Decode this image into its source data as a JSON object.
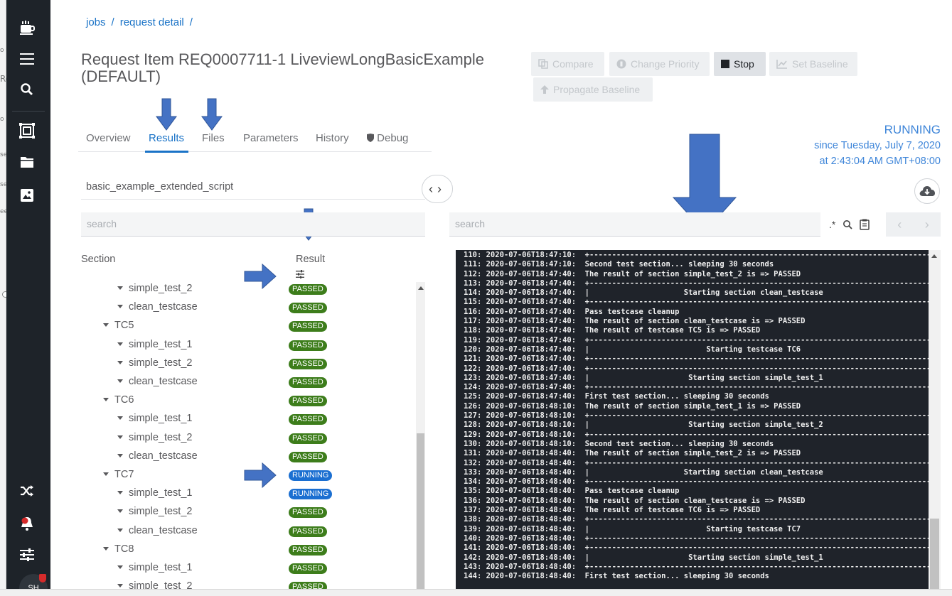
{
  "edge_text": [
    "o",
    "Re",
    "o",
    "se",
    "se",
    "ee"
  ],
  "breadcrumb": {
    "jobs": "jobs",
    "request_detail": "request detail",
    "sep": "/"
  },
  "title": "Request Item REQ0007711-1 LiveviewLongBasicExample (DEFAULT)",
  "actions": {
    "compare": "Compare",
    "change_priority": "Change Priority",
    "stop": "Stop",
    "set_baseline": "Set Baseline",
    "propagate_baseline": "Propagate Baseline"
  },
  "tabs": [
    "Overview",
    "Results",
    "Files",
    "Parameters",
    "History",
    "Debug"
  ],
  "active_tab": "Results",
  "status": {
    "state": "RUNNING",
    "since_line1": "since Tuesday, July 7, 2020",
    "since_line2": "at 2:43:04 AM GMT+08:00"
  },
  "script_name": "basic_example_extended_script",
  "search_left_placeholder": "search",
  "search_right_placeholder": "search",
  "regex_toggle": ".*",
  "columns": {
    "section": "Section",
    "result": "Result"
  },
  "tree": [
    {
      "name": "simple_test_2",
      "level": 2,
      "result": "PASSED"
    },
    {
      "name": "clean_testcase",
      "level": 2,
      "result": "PASSED"
    },
    {
      "name": "TC5",
      "level": 1,
      "result": "PASSED"
    },
    {
      "name": "simple_test_1",
      "level": 2,
      "result": "PASSED"
    },
    {
      "name": "simple_test_2",
      "level": 2,
      "result": "PASSED"
    },
    {
      "name": "clean_testcase",
      "level": 2,
      "result": "PASSED"
    },
    {
      "name": "TC6",
      "level": 1,
      "result": "PASSED"
    },
    {
      "name": "simple_test_1",
      "level": 2,
      "result": "PASSED"
    },
    {
      "name": "simple_test_2",
      "level": 2,
      "result": "PASSED"
    },
    {
      "name": "clean_testcase",
      "level": 2,
      "result": "PASSED"
    },
    {
      "name": "TC7",
      "level": 1,
      "result": "RUNNING"
    },
    {
      "name": "simple_test_1",
      "level": 2,
      "result": "RUNNING"
    },
    {
      "name": "simple_test_2",
      "level": 2,
      "result": "PASSED"
    },
    {
      "name": "clean_testcase",
      "level": 2,
      "result": "PASSED"
    },
    {
      "name": "TC8",
      "level": 1,
      "result": "PASSED"
    },
    {
      "name": "simple_test_1",
      "level": 2,
      "result": "PASSED"
    },
    {
      "name": "simple_test_2",
      "level": 2,
      "result": "PASSED"
    }
  ],
  "log_lines": [
    "110: 2020-07-06T18:47:10:  +------------------------------------------------------------------------------+",
    "111: 2020-07-06T18:47:10:  Second test section... sleeping 30 seconds",
    "112: 2020-07-06T18:47:40:  The result of section simple_test_2 is => PASSED",
    "113: 2020-07-06T18:47:40:  +------------------------------------------------------------------------------+",
    "114: 2020-07-06T18:47:40:  |                     Starting section clean_testcase                          |",
    "115: 2020-07-06T18:47:40:  +------------------------------------------------------------------------------+",
    "116: 2020-07-06T18:47:40:  Pass testcase cleanup",
    "117: 2020-07-06T18:47:40:  The result of section clean_testcase is => PASSED",
    "118: 2020-07-06T18:47:40:  The result of testcase TC5 is => PASSED",
    "119: 2020-07-06T18:47:40:  +------------------------------------------------------------------------------+",
    "120: 2020-07-06T18:47:40:  |                          Starting testcase TC6                               |",
    "121: 2020-07-06T18:47:40:  +------------------------------------------------------------------------------+",
    "122: 2020-07-06T18:47:40:  +------------------------------------------------------------------------------+",
    "123: 2020-07-06T18:47:40:  |                      Starting section simple_test_1                          |",
    "124: 2020-07-06T18:47:40:  +------------------------------------------------------------------------------+",
    "125: 2020-07-06T18:47:40:  First test section... sleeping 30 seconds",
    "126: 2020-07-06T18:48:10:  The result of section simple_test_1 is => PASSED",
    "127: 2020-07-06T18:48:10:  +------------------------------------------------------------------------------+",
    "128: 2020-07-06T18:48:10:  |                      Starting section simple_test_2                          |",
    "129: 2020-07-06T18:48:10:  +------------------------------------------------------------------------------+",
    "130: 2020-07-06T18:48:10:  Second test section... sleeping 30 seconds",
    "131: 2020-07-06T18:48:40:  The result of section simple_test_2 is => PASSED",
    "132: 2020-07-06T18:48:40:  +------------------------------------------------------------------------------+",
    "133: 2020-07-06T18:48:40:  |                     Starting section clean_testcase                          |",
    "134: 2020-07-06T18:48:40:  +------------------------------------------------------------------------------+",
    "135: 2020-07-06T18:48:40:  Pass testcase cleanup",
    "136: 2020-07-06T18:48:40:  The result of section clean_testcase is => PASSED",
    "137: 2020-07-06T18:48:40:  The result of testcase TC6 is => PASSED",
    "138: 2020-07-06T18:48:40:  +------------------------------------------------------------------------------+",
    "139: 2020-07-06T18:48:40:  |                          Starting testcase TC7                               |",
    "140: 2020-07-06T18:48:40:  +------------------------------------------------------------------------------+",
    "141: 2020-07-06T18:48:40:  +------------------------------------------------------------------------------+",
    "142: 2020-07-06T18:48:40:  |                      Starting section simple_test_1                          |",
    "143: 2020-07-06T18:48:40:  +------------------------------------------------------------------------------+",
    "144: 2020-07-06T18:48:40:  First test section... sleeping 30 seconds"
  ],
  "avatar_text": "SH",
  "colors": {
    "link": "#1a73c7",
    "passed": "#3d7d1b",
    "running": "#1b6fd1",
    "arrow": "#4472c4",
    "sidebar": "#1e2329",
    "log_bg": "#1f232a"
  },
  "icons": [
    "coffee-icon",
    "hamburger-menu-icon",
    "search-icon",
    "dashboard-icon",
    "folder-icon",
    "image-icon",
    "shuffle-icon",
    "bell-icon",
    "sliders-icon",
    "cloud-download-icon",
    "chevron-left-icon",
    "chevron-right-icon",
    "clipboard-icon",
    "filter-icon",
    "shield-icon"
  ]
}
